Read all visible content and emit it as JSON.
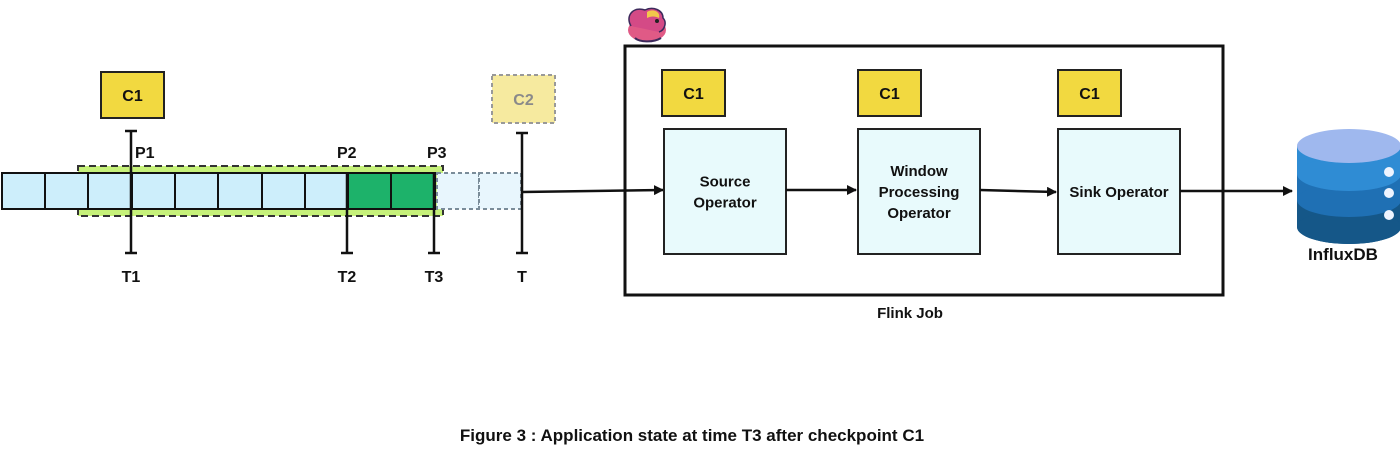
{
  "colors": {
    "cell_fill": "#cdeefb",
    "cell_processed": "#1db26a",
    "window_fill": "#c6f17a",
    "window_stroke": "#333333",
    "checkpoint_fill": "#f2d940",
    "checkpoint_pending_fill": "#f6ea9f",
    "operator_fill": "#e8fafc",
    "db_top": "#9fb8ee",
    "db_band_1": "#2f8cd4",
    "db_band_2": "#1f70b4",
    "db_band_3": "#155788"
  },
  "stream": {
    "checkpoint_label": "C1",
    "pending_checkpoint_label": "C2",
    "positions": [
      "P1",
      "P2",
      "P3"
    ],
    "times": [
      "T1",
      "T2",
      "T3",
      "T"
    ]
  },
  "job": {
    "title": "Flink Job",
    "operators": [
      {
        "checkpoint": "C1",
        "name": "Source\nOperator"
      },
      {
        "checkpoint": "C1",
        "name": "Window\nProcessing\nOperator"
      },
      {
        "checkpoint": "C1",
        "name": "Sink Operator"
      }
    ],
    "logo_icon": "flink-squirrel-icon"
  },
  "sink": {
    "name": "InfluxDB",
    "icon": "database-icon"
  },
  "caption": "Figure 3 : Application state at time T3 after checkpoint C1"
}
